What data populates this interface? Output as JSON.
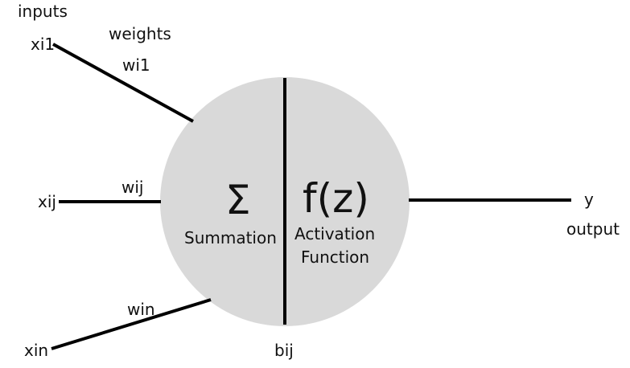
{
  "inputs": {
    "heading": "inputs",
    "weights_heading": "weights",
    "items": [
      {
        "x_label": "xi1",
        "w_label": "wi1"
      },
      {
        "x_label": "xij",
        "w_label": "wij"
      },
      {
        "x_label": "xin",
        "w_label": "win"
      }
    ]
  },
  "neuron": {
    "sum_symbol": "Σ",
    "sum_label": "Summation",
    "activation_symbol": "f(z)",
    "activation_label_line1": "Activation",
    "activation_label_line2": "Function",
    "bias_label": "bij"
  },
  "output": {
    "y_label": "y",
    "output_label": "output"
  },
  "colors": {
    "circle_fill": "#d9d9d9",
    "line": "#000000",
    "text": "#111111"
  }
}
